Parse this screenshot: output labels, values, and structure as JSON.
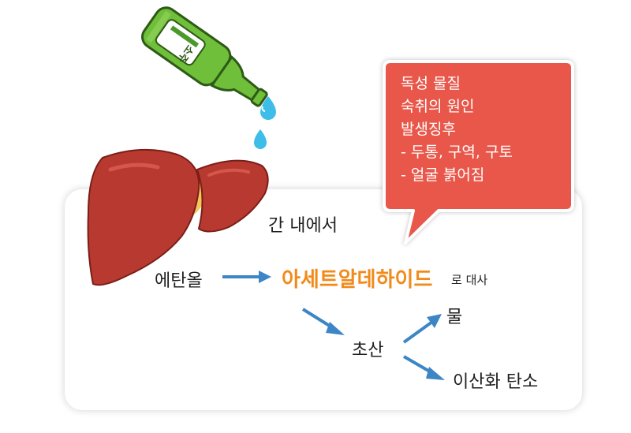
{
  "bottle": {
    "label": "소주"
  },
  "diagram": {
    "title": "간 내에서",
    "ethanol": "에탄올",
    "acetaldehyde": "아세트알데하이드",
    "metabolized_suffix": "로 대사",
    "acetic_acid": "초산",
    "water": "물",
    "co2": "이산화 탄소"
  },
  "callout": {
    "lines": [
      "독성 물질",
      "숙취의 원인",
      "발생징후",
      "- 두통, 구역, 구토",
      "- 얼굴 붉어짐"
    ]
  },
  "colors": {
    "callout_bg": "#e8574a",
    "liver": "#b8392f",
    "fat": "#f3c75a",
    "bottle": "#6fbf3a",
    "arrow": "#3d86c6",
    "accent_text": "#f28a1a"
  }
}
